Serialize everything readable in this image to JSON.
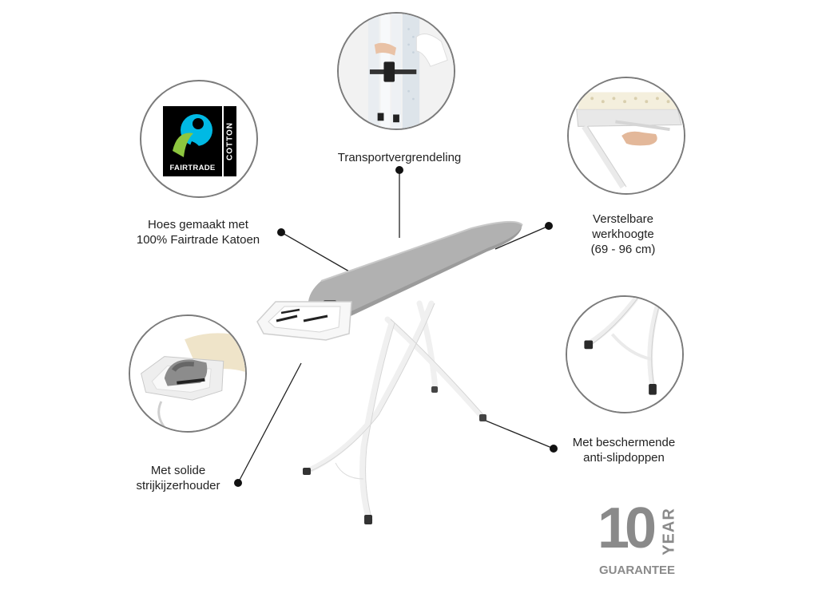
{
  "labels": {
    "transport": "Transportvergrendeling",
    "cover_line1": "Hoes gemaakt met",
    "cover_line2": "100% Fairtrade Katoen",
    "height_line1": "Verstelbare",
    "height_line2": "werkhoogte",
    "height_line3": "(69 - 96 cm)",
    "holder_line1": "Met solide",
    "holder_line2": "strijkijzerhouder",
    "caps_line1": "Met beschermende",
    "caps_line2": "anti-slipdoppen"
  },
  "fairtrade_logo": {
    "name": "FAIRTRADE",
    "side": "COTTON",
    "registered": "®"
  },
  "guarantee": {
    "number": "10",
    "year": "YEAR",
    "word": "GUARANTEE"
  },
  "colors": {
    "cover_gray": "#a9a9a9",
    "frame_white": "#f4f4f4",
    "circle_border": "#7b7b7b",
    "badge_gray": "#8a8a8a",
    "fairtrade_blue": "#00b9e4",
    "fairtrade_green": "#8dc63f"
  }
}
